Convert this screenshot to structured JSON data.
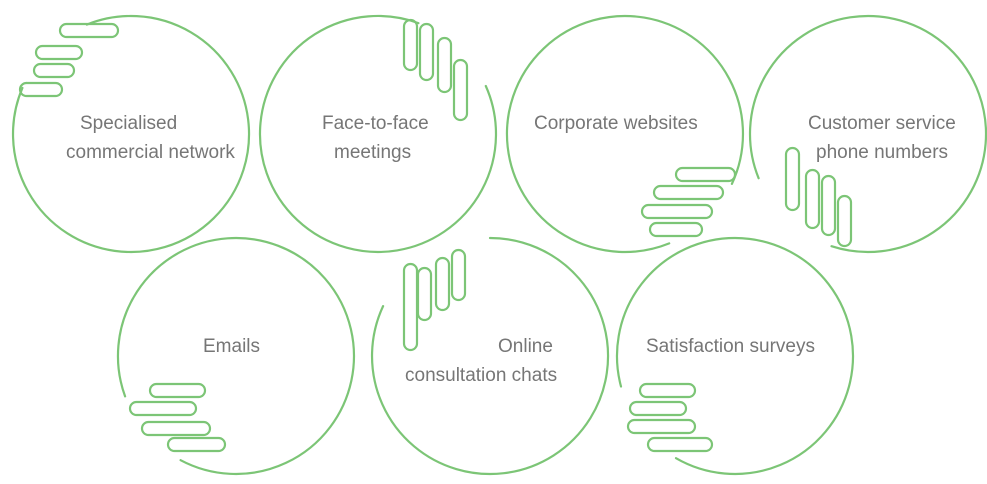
{
  "accent_color": "#7cc576",
  "text_color": "#767676",
  "channels": [
    {
      "lines": [
        "Specialised",
        "commercial network"
      ],
      "hand_icon": "hand-fingers-left-icon"
    },
    {
      "lines": [
        "Face-to-face",
        "meetings"
      ],
      "hand_icon": "hand-fingers-top-icon"
    },
    {
      "lines": [
        "Corporate websites"
      ],
      "hand_icon": "hand-fingers-bottom-right-icon"
    },
    {
      "lines": [
        "Customer service",
        "phone numbers"
      ],
      "hand_icon": "hand-fingers-bottom-left-icon"
    },
    {
      "lines": [
        "Emails"
      ],
      "hand_icon": "hand-fingers-bottom-left-icon"
    },
    {
      "lines": [
        "Online",
        "consultation chats"
      ],
      "hand_icon": "hand-fingers-top-left-icon"
    },
    {
      "lines": [
        "Satisfaction surveys"
      ],
      "hand_icon": "hand-fingers-bottom-left-icon"
    }
  ]
}
